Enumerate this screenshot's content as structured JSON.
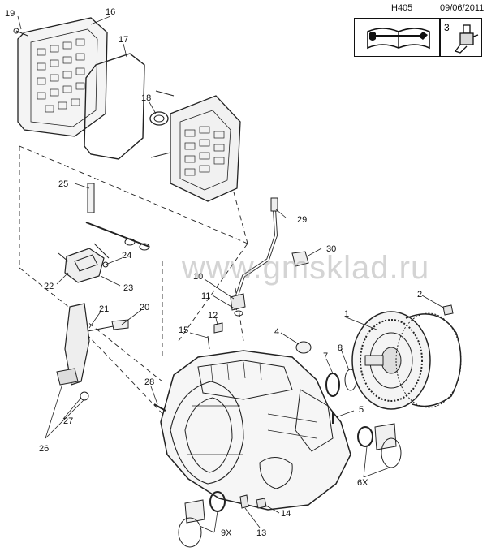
{
  "header": {
    "diagram_code": "H405",
    "date": "09/06/2011"
  },
  "info_box": {
    "ref_number": "3",
    "manual_icon": "manual-wrench-book-icon",
    "part_icon": "sensor-part-icon"
  },
  "watermark": "www.gmsklad.ru",
  "callouts": [
    {
      "id": "c1",
      "label": "1"
    },
    {
      "id": "c2",
      "label": "2"
    },
    {
      "id": "c4",
      "label": "4"
    },
    {
      "id": "c5",
      "label": "5"
    },
    {
      "id": "c6x",
      "label": "6X"
    },
    {
      "id": "c7",
      "label": "7"
    },
    {
      "id": "c8",
      "label": "8"
    },
    {
      "id": "c9x",
      "label": "9X"
    },
    {
      "id": "c10",
      "label": "10"
    },
    {
      "id": "c11",
      "label": "11"
    },
    {
      "id": "c12",
      "label": "12"
    },
    {
      "id": "c13",
      "label": "13"
    },
    {
      "id": "c14",
      "label": "14"
    },
    {
      "id": "c15",
      "label": "15"
    },
    {
      "id": "c16",
      "label": "16"
    },
    {
      "id": "c17",
      "label": "17"
    },
    {
      "id": "c18",
      "label": "18"
    },
    {
      "id": "c19",
      "label": "19"
    },
    {
      "id": "c20",
      "label": "20"
    },
    {
      "id": "c21",
      "label": "21"
    },
    {
      "id": "c22",
      "label": "22"
    },
    {
      "id": "c23",
      "label": "23"
    },
    {
      "id": "c24",
      "label": "24"
    },
    {
      "id": "c25",
      "label": "25"
    },
    {
      "id": "c26",
      "label": "26"
    },
    {
      "id": "c27",
      "label": "27"
    },
    {
      "id": "c28",
      "label": "28"
    },
    {
      "id": "c29",
      "label": "29"
    },
    {
      "id": "c30",
      "label": "30"
    }
  ]
}
